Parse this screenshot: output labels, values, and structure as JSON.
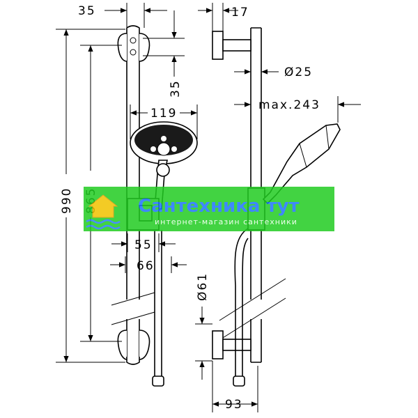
{
  "dimensions": {
    "rail_width_top": "35",
    "bracket_depth": "17",
    "rail_diameter": "Ø25",
    "max_projection": "max.243",
    "head_diameter": "119",
    "bracket_offset": "35",
    "total_height": "990",
    "bracket_spacing": "865",
    "slider_width": "55",
    "slider_depth": "66",
    "bracket_plate_diameter": "Ø61",
    "wall_distance": "93"
  },
  "watermark": {
    "title": "Сантехника тут",
    "subtitle": "интернет-магазин сантехники",
    "color": "#22cc22",
    "title_color": "#1e73ff",
    "icon": "house-logo-icon"
  }
}
